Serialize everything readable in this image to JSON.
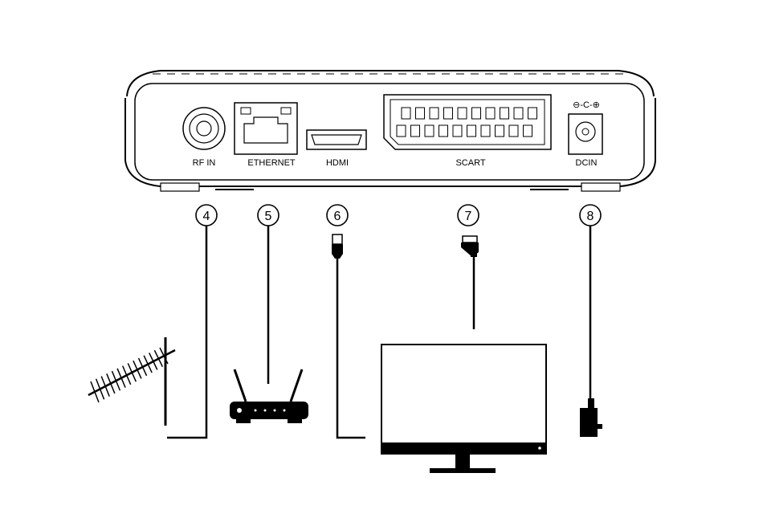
{
  "ports": {
    "rf_in": "RF IN",
    "ethernet": "ETHERNET",
    "hdmi": "HDMI",
    "scart": "SCART",
    "dcin": "DCIN"
  },
  "callouts": {
    "rf_in": "4",
    "ethernet": "5",
    "hdmi": "6",
    "scart": "7",
    "dcin": "8"
  },
  "polarity_symbol": "⊖-C-⊕",
  "devices": [
    "antenna-icon",
    "router-icon",
    "hdmi-plug-icon",
    "tv-icon",
    "scart-plug-icon",
    "power-adapter-icon"
  ]
}
